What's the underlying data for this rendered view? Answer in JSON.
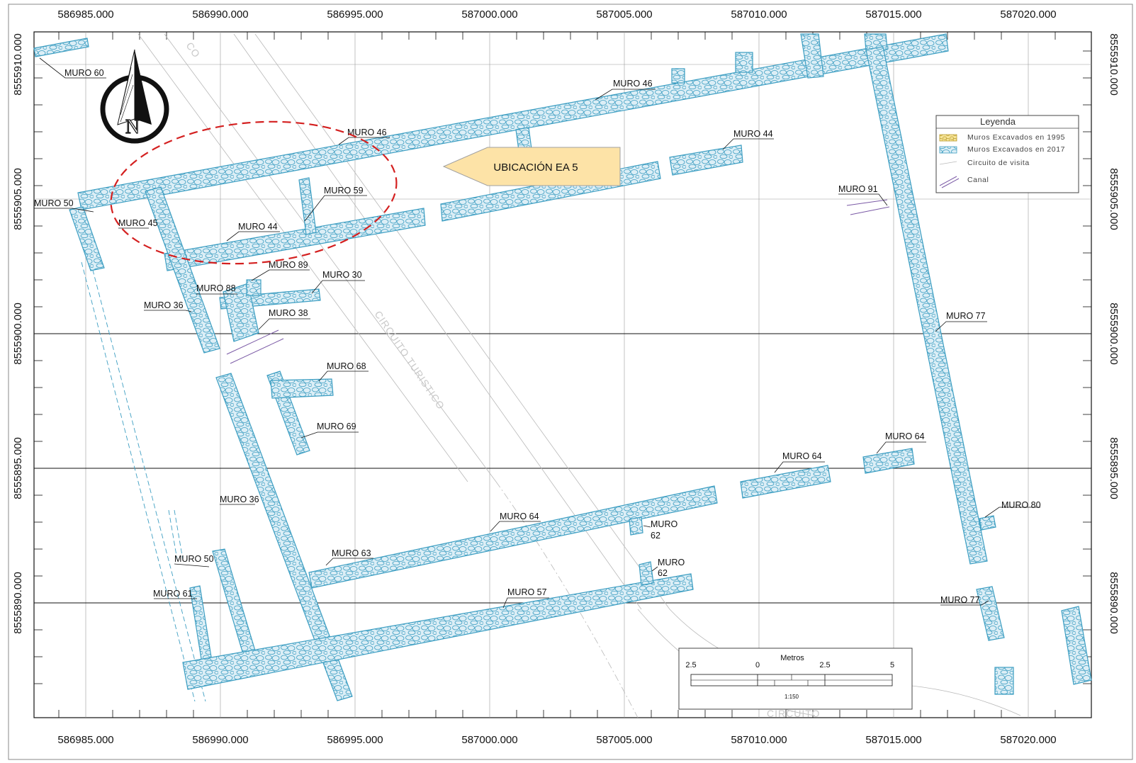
{
  "x_coords": [
    "586985.000",
    "586990.000",
    "586995.000",
    "587000.000",
    "587005.000",
    "587010.000",
    "587015.000",
    "587020.000"
  ],
  "y_coords": [
    "8555910.000",
    "8555905.000",
    "8555900.000",
    "8555895.000",
    "8555890.000"
  ],
  "wall_labels": {
    "muro60": "MURO 60",
    "muro46a": "MURO 46",
    "muro46b": "MURO 46",
    "muro44a": "MURO 44",
    "muro44b": "MURO 44",
    "muro50a": "MURO 50",
    "muro45": "MURO 45",
    "muro59": "MURO 59",
    "muro89": "MURO 89",
    "muro30": "MURO 30",
    "muro88": "MURO 88",
    "muro36a": "MURO 36",
    "muro38": "MURO 38",
    "muro68": "MURO 68",
    "muro69": "MURO 69",
    "muro36b": "MURO 36",
    "muro50b": "MURO 50",
    "muro61": "MURO 61",
    "muro63": "MURO 63",
    "muro64a": "MURO 64",
    "muro64b": "MURO 64",
    "muro64c": "MURO 64",
    "muro62a_1": "MURO",
    "muro62a_2": "62",
    "muro62b_1": "MURO",
    "muro62b_2": "62",
    "muro57": "MURO 57",
    "muro91": "MURO 91",
    "muro77a": "MURO 77",
    "muro77b": "MURO 77",
    "muro80": "MURO 80"
  },
  "ubicacion": "UBICACIÓN EA 5",
  "circuit_labels": {
    "top": "CO",
    "middle": "CIRCUITO TURISTICO",
    "bottom": "CIRCUITO"
  },
  "north_label": "N",
  "legend": {
    "title": "Leyenda",
    "items": [
      "Muros Excavados en 1995",
      "Muros Excavados en 2017",
      "Circuito de visita",
      "Canal"
    ]
  },
  "scale_bar": {
    "unit": "Metros",
    "ticks": [
      "2.5",
      "0",
      "2.5",
      "5"
    ],
    "ratio": "1:150"
  },
  "colors": {
    "wall": "#3d9ec2",
    "wall_fill": "#dceef6",
    "ellipse": "#d42020",
    "callout": "#fde3a7",
    "grid": "#111111",
    "subgrid": "#9a9a9a",
    "canal": "#7b5aa6"
  }
}
